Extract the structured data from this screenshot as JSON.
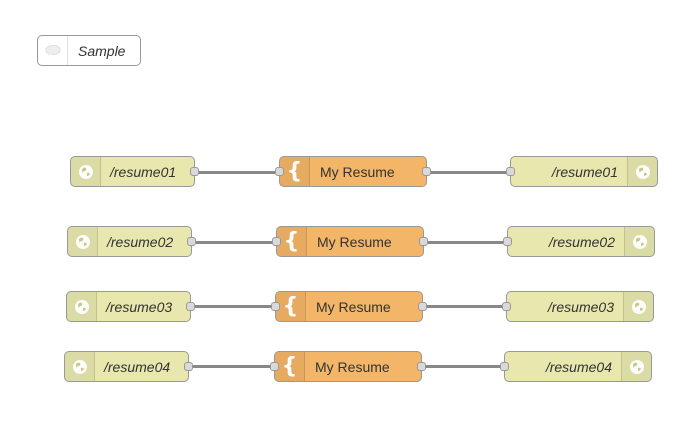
{
  "comment": {
    "label": "Sample",
    "icon": "comment-bubble-icon"
  },
  "flows": [
    {
      "in_label": "/resume01",
      "function_label": "My Resume",
      "out_label": "/resume01"
    },
    {
      "in_label": "/resume02",
      "function_label": "My Resume",
      "out_label": "/resume02"
    },
    {
      "in_label": "/resume03",
      "function_label": "My Resume",
      "out_label": "/resume03"
    },
    {
      "in_label": "/resume04",
      "function_label": "My Resume",
      "out_label": "/resume04"
    }
  ],
  "colors": {
    "http_node": "#e7e7ae",
    "function_node": "#f3b567",
    "wire": "#888888",
    "port": "#d9d9d9"
  },
  "icons": {
    "http": "globe-icon",
    "function": "function-brace-icon"
  }
}
